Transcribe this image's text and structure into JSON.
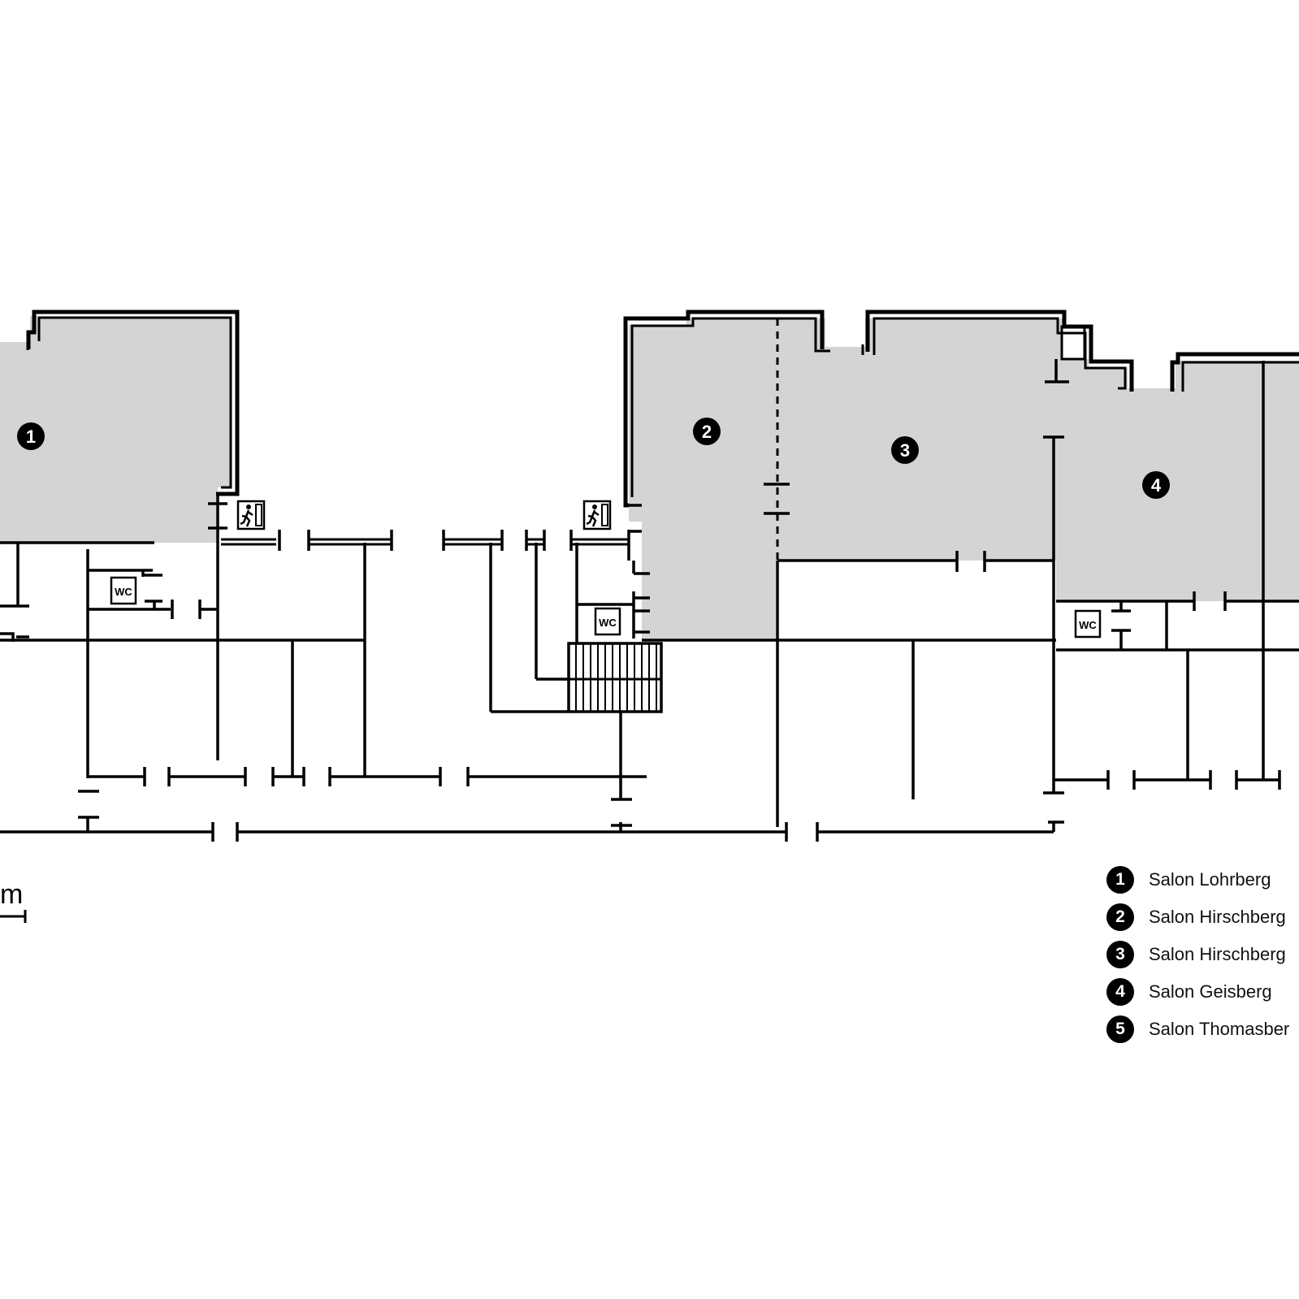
{
  "rooms": [
    {
      "number": "1",
      "name": "Salon Lohrberg"
    },
    {
      "number": "2",
      "name": "Salon Hirschberg"
    },
    {
      "number": "3",
      "name": "Salon Hirschberg"
    },
    {
      "number": "4",
      "name": "Salon Geisberg"
    },
    {
      "number": "5",
      "name": "Salon Thomasber"
    }
  ],
  "plan_labels": {
    "wc": "WC",
    "scale_unit": "m"
  },
  "colors": {
    "room_fill": "#d4d4d4",
    "wall": "#000000",
    "background": "#ffffff"
  },
  "icons": [
    "emergency-exit-icon",
    "wc-icon"
  ]
}
